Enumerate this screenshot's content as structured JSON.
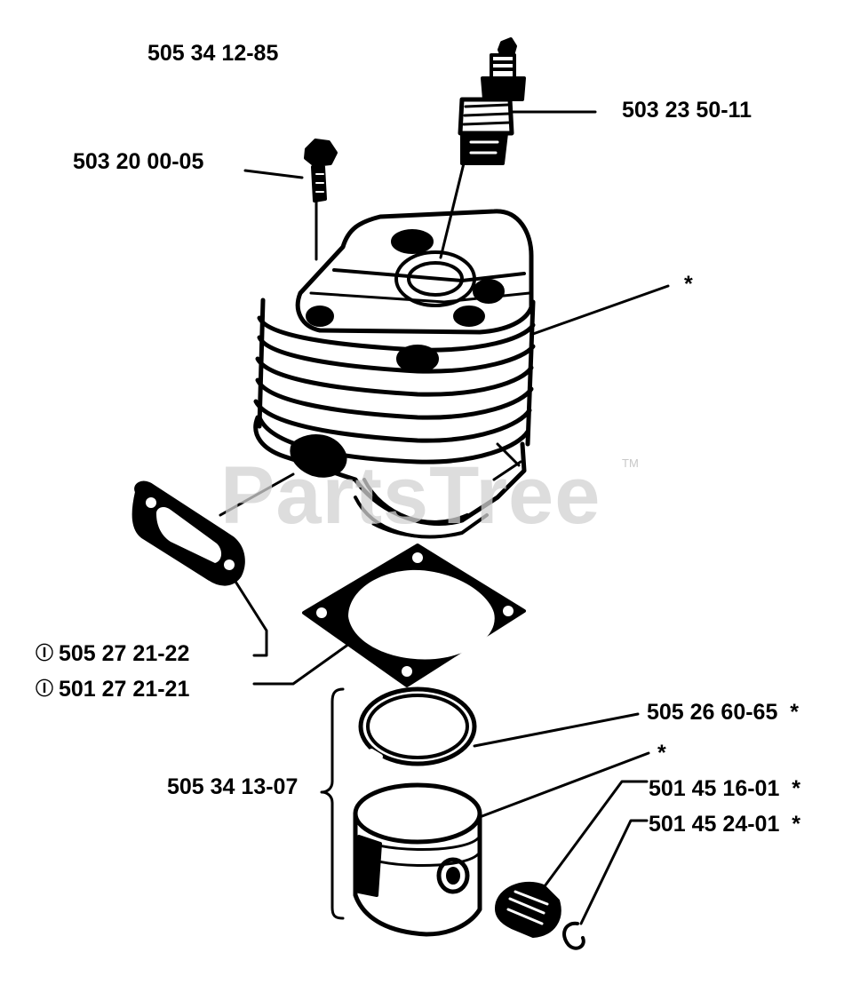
{
  "watermark": {
    "text": "PartsTree",
    "tm": "TM"
  },
  "labels": {
    "l1": {
      "text": "505 34 12-85"
    },
    "l2": {
      "text": "503 23 50-11"
    },
    "l3": {
      "text": "503 20 00-05"
    },
    "l4": {
      "text": "*"
    },
    "l5": {
      "marker": "Ⓘ",
      "text": "505 27 21-22"
    },
    "l6": {
      "marker": "Ⓘ",
      "text": "501 27 21-21"
    },
    "l7": {
      "text": "505 26 60-65",
      "star": "*"
    },
    "l8": {
      "text": "*"
    },
    "l9": {
      "text": "505 34 13-07"
    },
    "l10": {
      "text": "501 45 16-01",
      "star": "*"
    },
    "l11": {
      "text": "501 45 24-01",
      "star": "*"
    }
  },
  "colors": {
    "ink": "#000000",
    "watermark": "#d2d2d2",
    "paper": "#ffffff"
  }
}
